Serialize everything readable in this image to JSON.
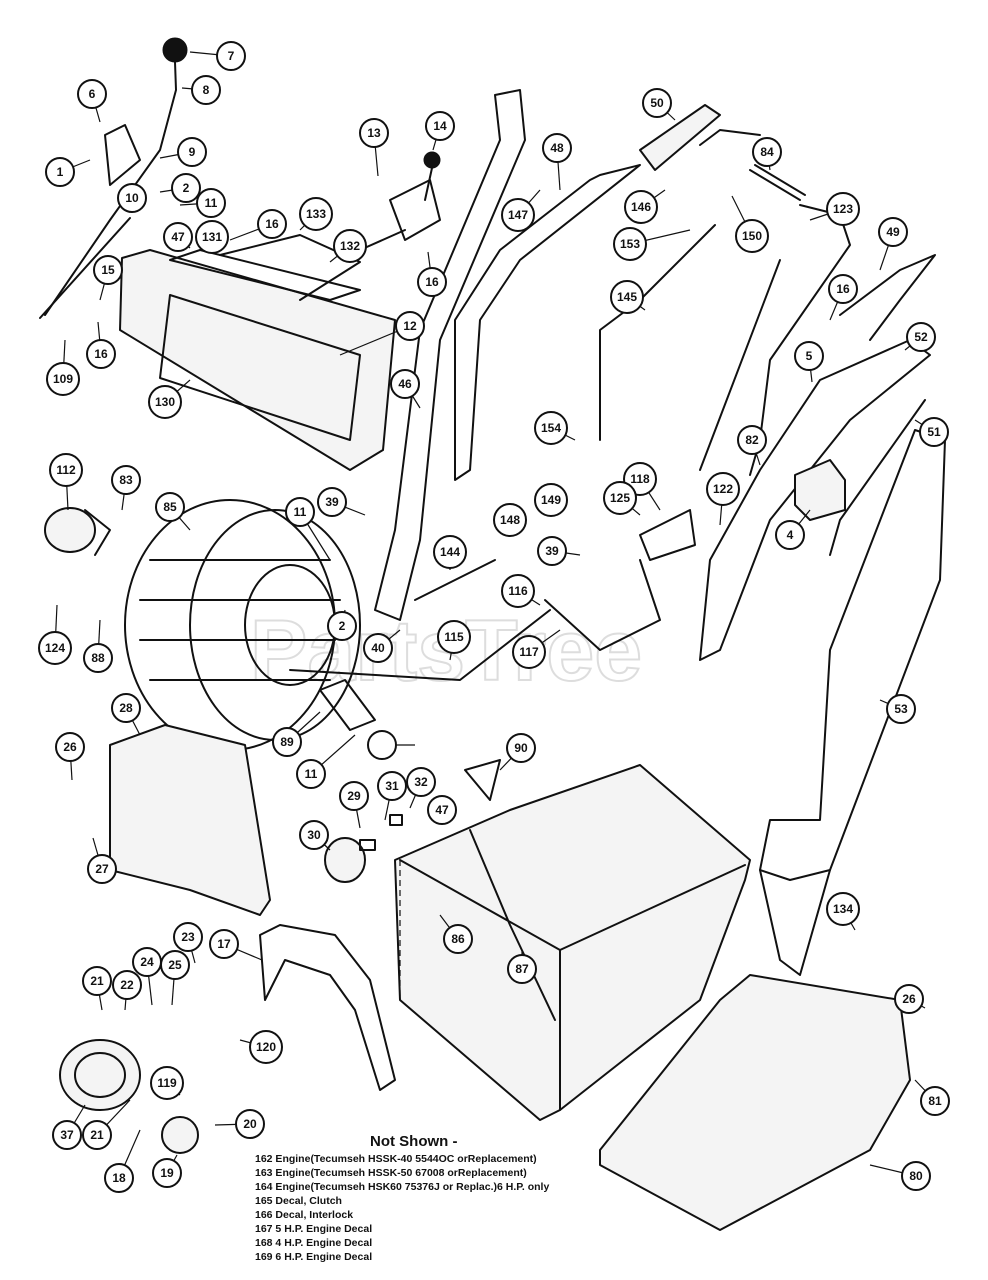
{
  "watermark": "PartsTree",
  "callouts": [
    "1",
    "2",
    "4",
    "5",
    "6",
    "7",
    "8",
    "9",
    "10",
    "11",
    "12",
    "13",
    "14",
    "15",
    "16",
    "17",
    "18",
    "19",
    "20",
    "21",
    "22",
    "23",
    "24",
    "25",
    "26",
    "27",
    "28",
    "29",
    "30",
    "31",
    "32",
    "37",
    "39",
    "40",
    "46",
    "47",
    "48",
    "49",
    "50",
    "51",
    "52",
    "53",
    "80",
    "81",
    "82",
    "83",
    "84",
    "85",
    "86",
    "87",
    "88",
    "89",
    "90",
    "109",
    "112",
    "115",
    "116",
    "117",
    "118",
    "119",
    "120",
    "122",
    "123",
    "124",
    "125",
    "130",
    "131",
    "132",
    "133",
    "134",
    "144",
    "145",
    "146",
    "147",
    "148",
    "149",
    "150",
    "153",
    "154"
  ],
  "not_shown": {
    "title": "Not Shown -",
    "items": [
      "162 Engine(Tecumseh HSSK-40 5544OC orReplacement)",
      "163 Engine(Tecumseh HSSK-50 67008 orReplacement)",
      "164 Engine(Tecumseh HSK60 75376J or Replac.)6 H.P. only",
      "165 Decal, Clutch",
      "166 Decal, Interlock",
      "167 5 H.P. Engine Decal",
      "168 4 H.P. Engine Decal",
      "169 6 H.P. Engine Decal"
    ]
  }
}
